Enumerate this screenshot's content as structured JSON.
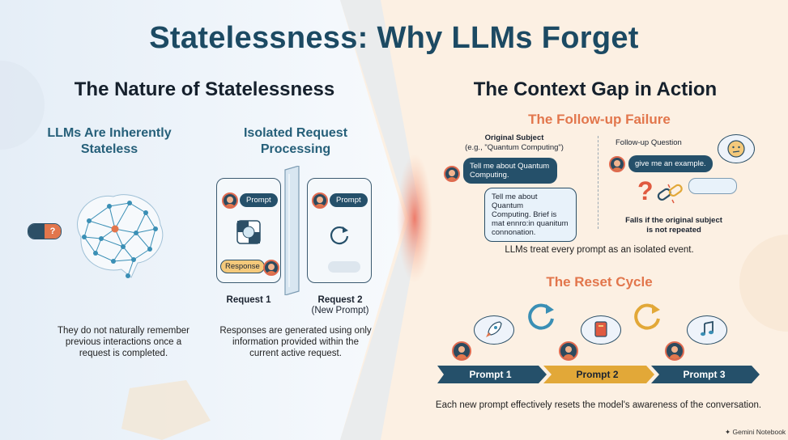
{
  "main_title": "Statelessness: Why LLMs Forget",
  "left": {
    "heading": "The Nature of Statelessness",
    "stateless": {
      "heading_line1": "LLMs Are Inherently",
      "heading_line2": "Stateless",
      "desc_line1": "They do not naturally remember",
      "desc_line2": "previous interactions once a",
      "desc_line3": "request is completed.",
      "pill_symbol": "?"
    },
    "isolated": {
      "heading_line1": "Isolated Request",
      "heading_line2": "Processing",
      "prompt_label": "Prompt",
      "response_label": "Response",
      "prompt2_label": "Prompt",
      "request1_label": "Request 1",
      "request2_label": "Request 2",
      "request2_sub": "(New Prompt)",
      "desc_line1": "Responses are generated using only",
      "desc_line2": "information provided within the",
      "desc_line3": "current active request."
    }
  },
  "right": {
    "heading": "The Context Gap in Action",
    "followup": {
      "heading": "The Follow-up Failure",
      "original_subject_label": "Original Subject",
      "original_subject_example": "(e.g., \"Quantum Computing\")",
      "bubble1_line1": "Tell me about Quantum",
      "bubble1_line2": "Computing.",
      "bubble2_line1": "Tell me about Quantum",
      "bubble2_line2": "Computing. Brief is",
      "bubble2_line3": "mat ennro:in quanitum",
      "bubble2_line4": "connonation.",
      "followup_label": "Follow-up Question",
      "followup_bubble": "give me an example.",
      "fails_line1": "Falls if the original subject",
      "fails_line2": "is not repeated",
      "summary": "LLMs treat every prompt as an isolated event.",
      "question_mark": "?"
    },
    "reset": {
      "heading": "The Reset Cycle",
      "prompts": [
        "Prompt 1",
        "Prompt 2",
        "Prompt 3"
      ],
      "summary": "Each new prompt effectively resets the model's awareness of the conversation."
    }
  },
  "footer": {
    "brand": "Gemini Notebook"
  },
  "colors": {
    "title": "#1c4a63",
    "accent_orange": "#e2764c",
    "navy": "#25506a",
    "gold": "#e2a838"
  }
}
